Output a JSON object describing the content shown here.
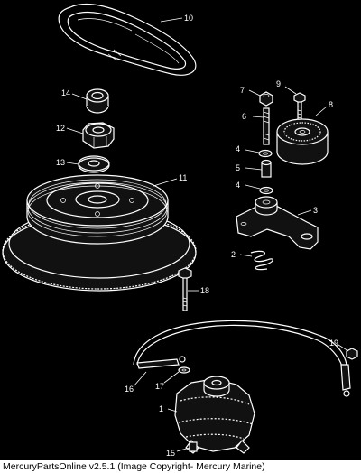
{
  "footer": {
    "text": "MercuryPartsOnline v2.5.1 (Image Copyright- Mercury Marine)"
  },
  "callouts": {
    "c1": "1",
    "c2": "2",
    "c3": "3",
    "c4a": "4",
    "c4b": "4",
    "c5": "5",
    "c6": "6",
    "c7": "7",
    "c8": "8",
    "c9": "9",
    "c10": "10",
    "c11": "11",
    "c12": "12",
    "c13": "13",
    "c14": "14",
    "c15": "15",
    "c16": "16",
    "c17": "17",
    "c18": "18",
    "c19": "19"
  }
}
